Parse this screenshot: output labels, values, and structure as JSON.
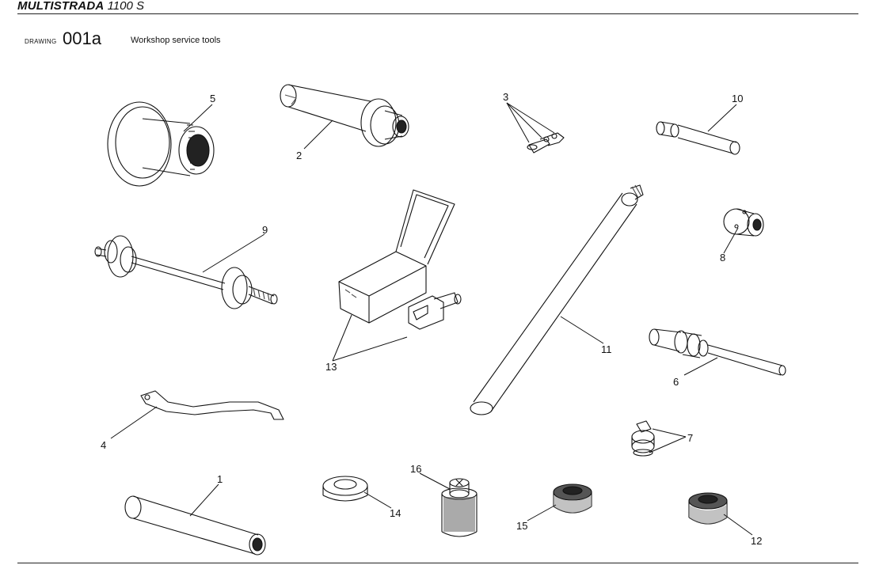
{
  "header": {
    "model_bold": "MULTISTRADA",
    "model_rest": "1100 S"
  },
  "drawing": {
    "tag": "DRAWING",
    "number": "001a",
    "title": "Workshop service tools"
  },
  "callouts": [
    "5",
    "2",
    "3",
    "10",
    "9",
    "8",
    "13",
    "11",
    "6",
    "4",
    "7",
    "1",
    "16",
    "14",
    "15",
    "12"
  ]
}
